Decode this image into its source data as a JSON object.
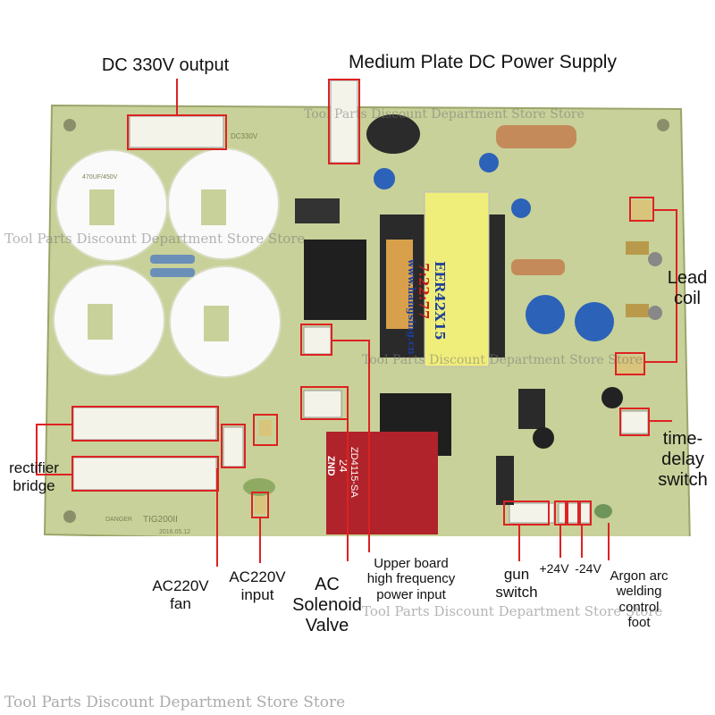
{
  "watermark": "Tool Parts Discount Department Store Store",
  "labels": {
    "dc330": "DC 330V output",
    "medium_plate": "Medium Plate DC Power Supply",
    "lead_coil": "Lead\ncoil",
    "time_delay": "time-\ndelay\nswitch",
    "rectifier": "rectifier\nbridge",
    "ac220_fan": "AC220V\nfan",
    "ac220_input": "AC220V\ninput",
    "ac_solenoid": "AC\nSolenoid\nValve",
    "upper_board": "Upper board\nhigh frequency\npower input",
    "gun_switch": "gun\nswitch",
    "plus24": "+24V",
    "minus24": "-24V",
    "argon": "Argon arc\nwelding\ncontrol\nfoot"
  },
  "board_text": {
    "transformer_line1": "EER42X15",
    "transformer_line2": "7:22:77",
    "transformer_line3": "www.hangsing.cn",
    "relay_brand": "ZND",
    "relay_voltage": "24",
    "relay_model": "ZD4115-SA",
    "silk_model": "TIG200II",
    "silk_date": "2016.05.12",
    "silk_dc": "DC330V",
    "silk_cap": "470UF/450V",
    "silk_danger": "DANGER"
  },
  "colors": {
    "pcb": "#c9d29b",
    "pcb_dark": "#b4bf82",
    "annotation": "#dd2222",
    "cap": "#ffffff",
    "connector": "#f2f0e8"
  }
}
